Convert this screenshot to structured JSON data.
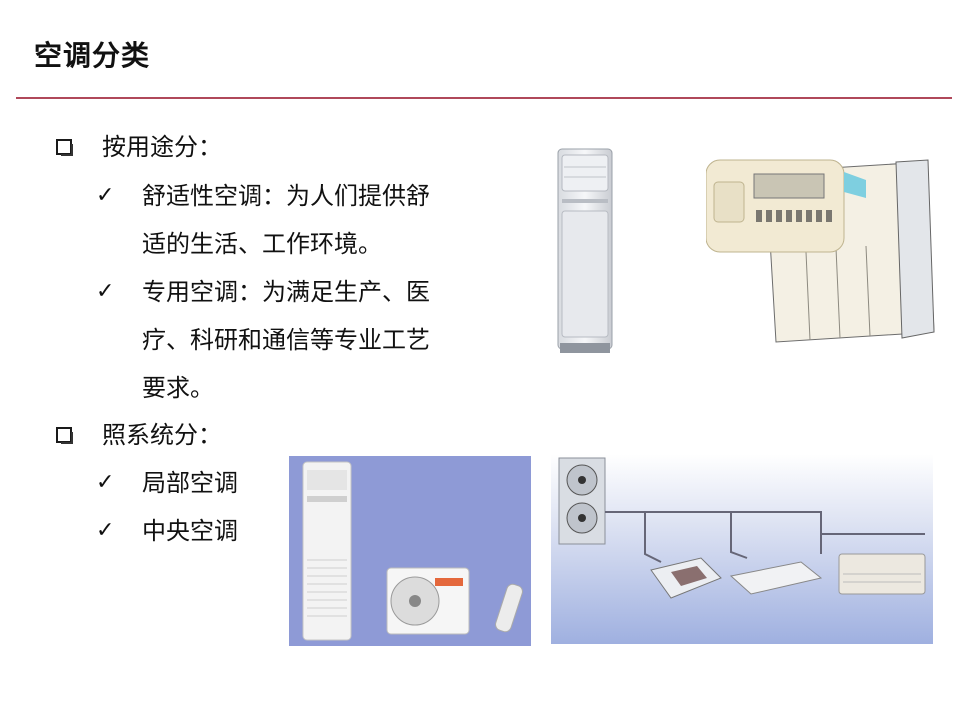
{
  "title": "空调分类",
  "sections": [
    {
      "heading": "按用途分：",
      "items": [
        {
          "lines": [
            "舒适性空调：为人们提供舒",
            "适的生活、工作环境。"
          ]
        },
        {
          "lines": [
            "专用空调：为满足生产、医",
            "疗、科研和通信等专业工艺",
            "要求。"
          ]
        }
      ]
    },
    {
      "heading": "照系统分：",
      "items": [
        {
          "lines": [
            "局部空调"
          ]
        },
        {
          "lines": [
            "中央空调"
          ]
        }
      ]
    }
  ],
  "colors": {
    "rule": "#b0485a",
    "photo_blue_bg": "#8e9ad6"
  },
  "icons": {
    "bullet_primary": "checkbox-square-icon",
    "bullet_secondary": "checkmark-icon"
  }
}
